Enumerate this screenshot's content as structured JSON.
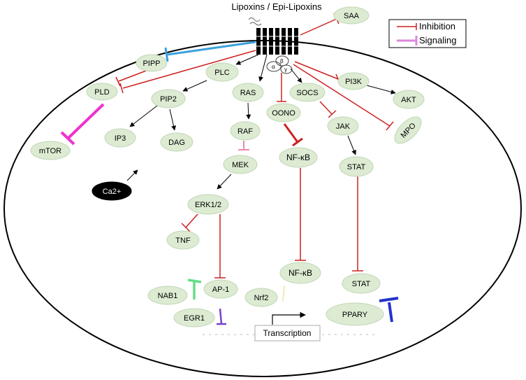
{
  "title": "Lipoxins / Epi-Lipoxins",
  "legend": {
    "inhibition": "Inhibition",
    "signaling": "Signaling"
  },
  "receptor_labels": [
    "α",
    "β",
    "γ"
  ],
  "nodes": {
    "saa": "SAA",
    "pipp": "PIPP",
    "plc": "PLC",
    "pld": "PLD",
    "pip2": "PIP2",
    "ras": "RAS",
    "socs": "SOCS",
    "pi3k": "PI3K",
    "akt": "AKT",
    "oono": "OONO",
    "jak": "JAK",
    "mpo": "MPO",
    "ip3": "IP3",
    "dag": "DAG",
    "raf": "RAF",
    "mtor": "mTOR",
    "nfkb_top": "NF-κB",
    "mek": "MEK",
    "stat_top": "STAT",
    "ca2": "Ca2+",
    "erk": "ERK1/2",
    "tnf": "TNF",
    "nfkb_bottom": "NF-κB",
    "nab1": "NAB1",
    "ap1": "AP-1",
    "stat_bottom": "STAT",
    "nrf2": "Nrf2",
    "egr1": "EGR1",
    "ppary": "PPARY"
  },
  "transcription": "Transcription",
  "colors": {
    "inhibition": "#cc2222",
    "signaling_legend": "#dd88dd",
    "node_fill": "#dcebd2",
    "pipp_inhibit": "#3aa0dd",
    "mtor_signal": "#ee33cc",
    "nab1_signal": "#66dd88",
    "egr1_signal": "#7744cc",
    "ppary_signal": "#2233cc",
    "raf_mek": "#ee88aa"
  }
}
